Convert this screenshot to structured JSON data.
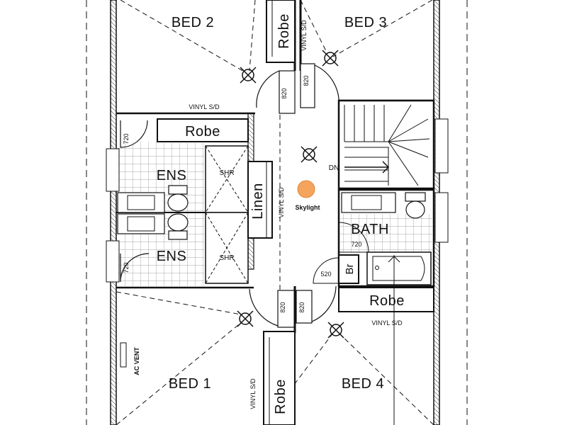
{
  "rooms": {
    "bed2": "BED 2",
    "bed3": "BED 3",
    "bed1": "BED 1",
    "bed4": "BED 4",
    "ens_upper": "ENS",
    "ens_lower": "ENS",
    "bath": "BATH",
    "linen": "Linen",
    "br": "Br",
    "robe_top": "Robe",
    "robe_mid_left": "Robe",
    "robe_right_lower": "Robe",
    "robe_bottom": "Robe"
  },
  "annotations": {
    "vinyl_sd_top_right": "VINYL S/D",
    "vinyl_sd_top_left": "VINYL S/D",
    "vinyl_sd_linen": "VINYL S/D",
    "vinyl_sd_lower_right": "VINYL S/D",
    "vinyl_sd_bottom": "VINYL S/D",
    "door_820_a": "820",
    "door_820_b": "820",
    "door_820_c": "820",
    "door_820_d": "820",
    "door_720_a": "720",
    "door_720_b": "720",
    "door_720_c": "720",
    "door_520": "520",
    "shr_upper": "SHR",
    "shr_lower": "SHR",
    "dn": "DN",
    "skylight": "Skylight",
    "ac_vent": "AC VENT"
  },
  "colors": {
    "skylight_fill": "#f4a45c",
    "line": "#111111",
    "tile": "#8a8a8a"
  }
}
